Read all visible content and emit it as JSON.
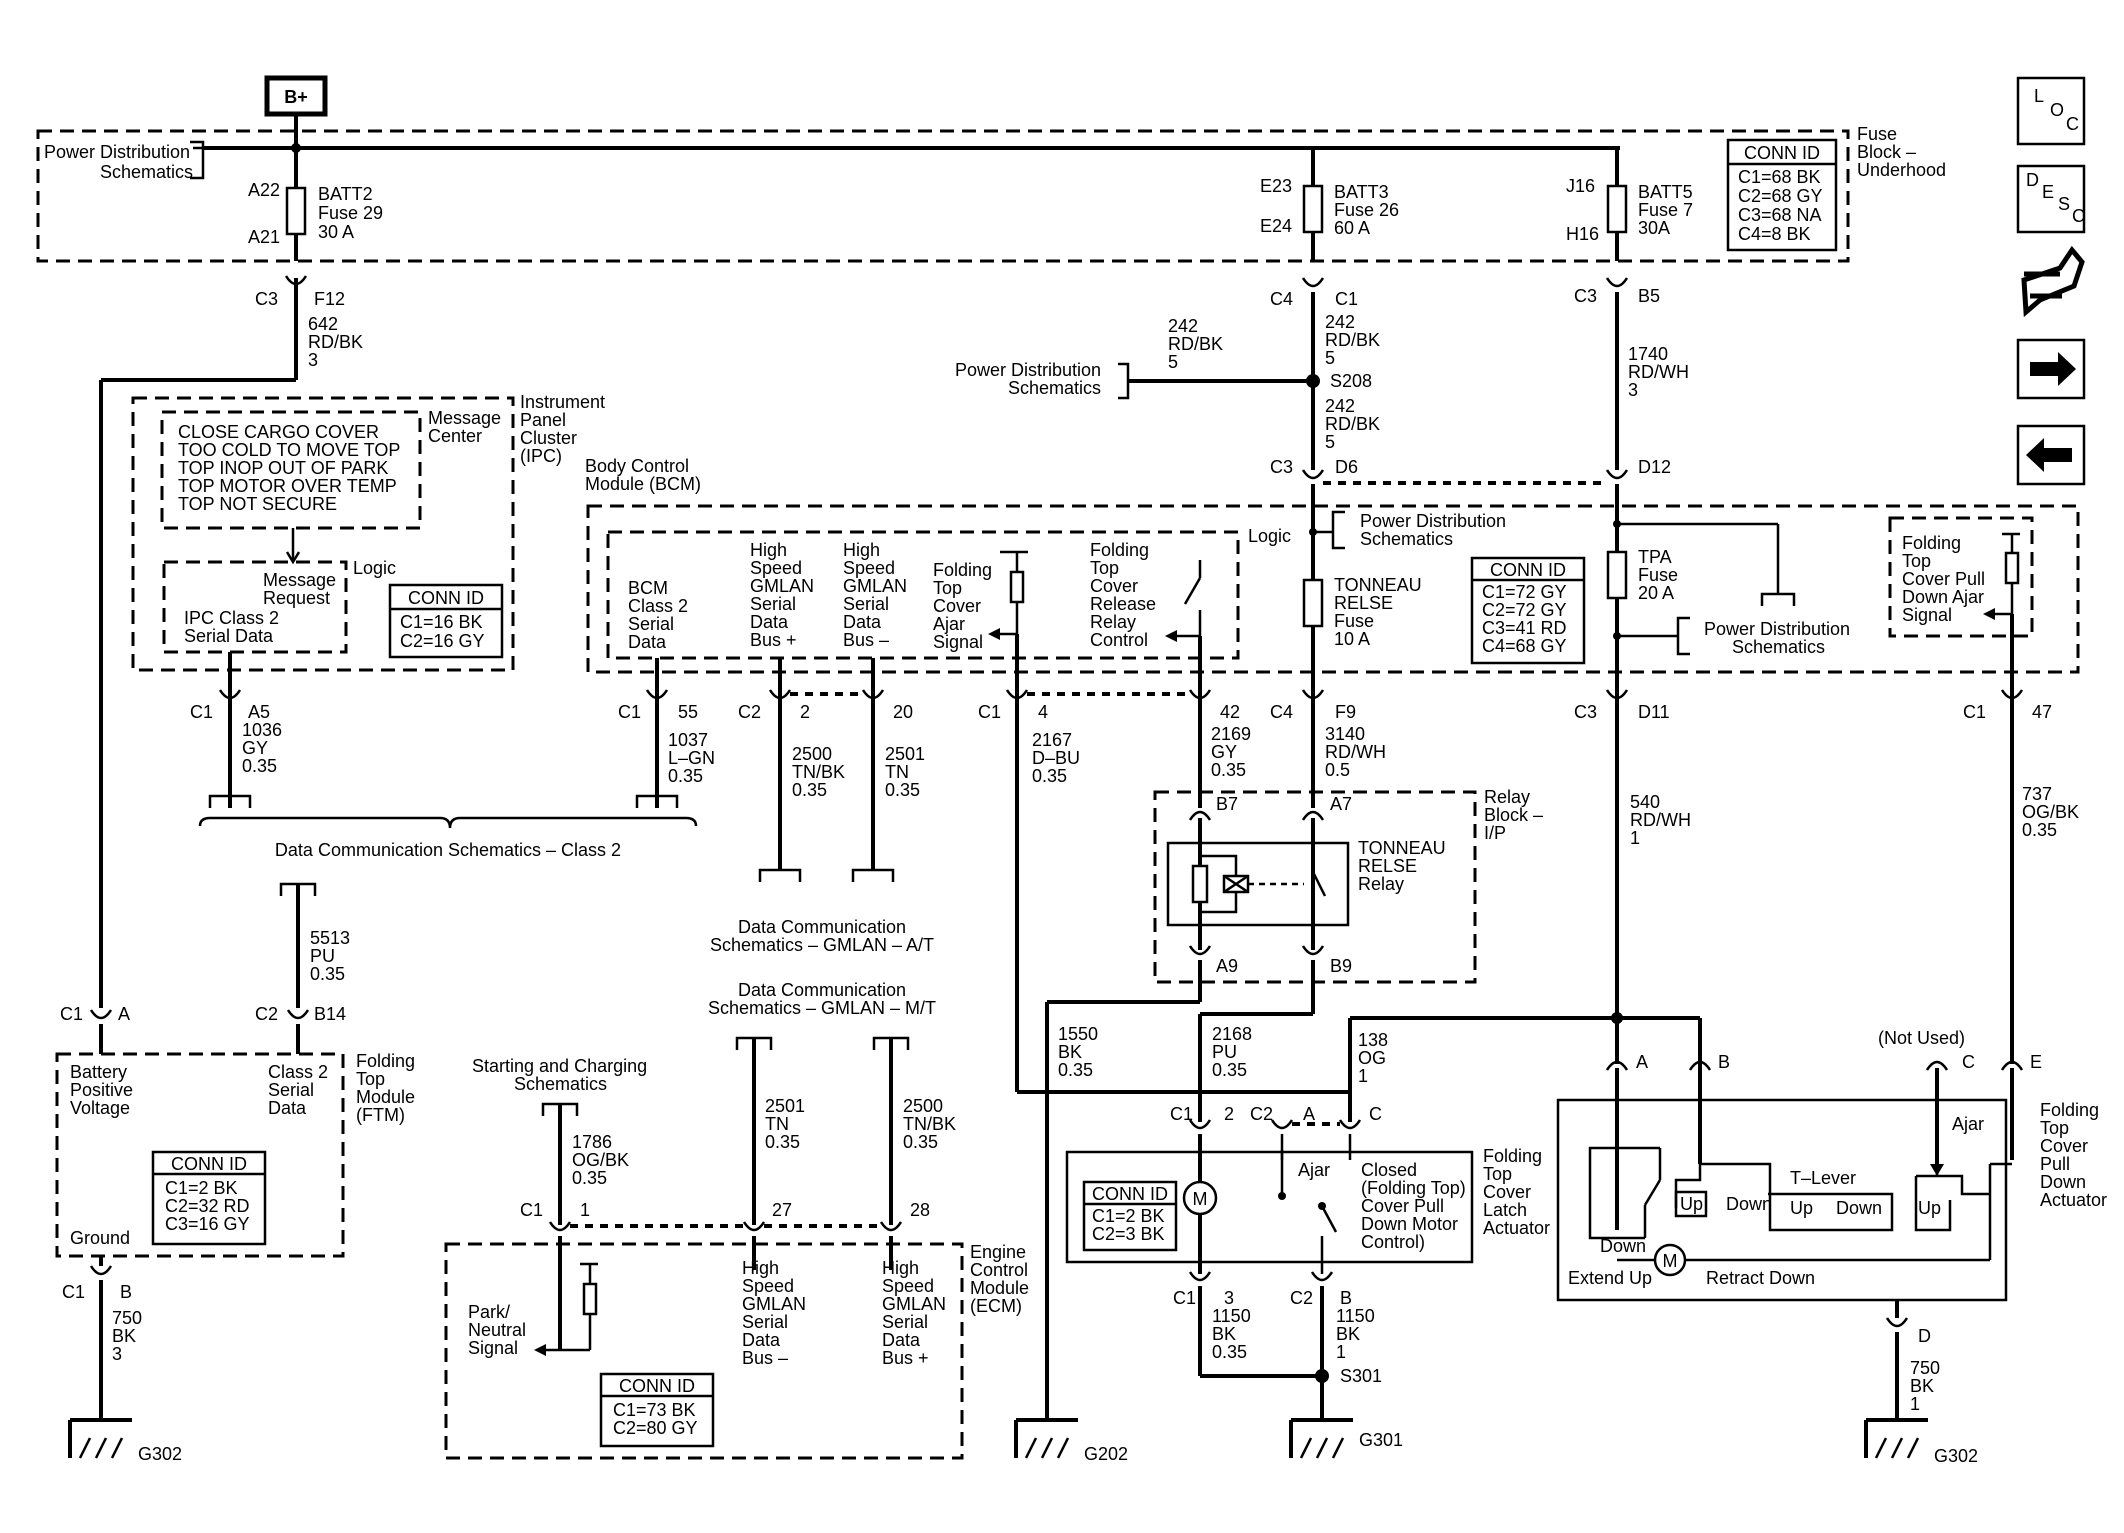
{
  "battery": {
    "label": "B+"
  },
  "fuse_block": {
    "title": [
      "Fuse",
      "Block –",
      "Underhood"
    ],
    "conn_id_title": "CONN ID",
    "conn_id": [
      "C1=68 BK",
      "C2=68 GY",
      "C3=68 NA",
      "C4=8 BK"
    ],
    "pds": [
      "Power Distribution",
      "Schematics"
    ],
    "fuse_batt2": {
      "name": "BATT2",
      "fuse": "Fuse 29",
      "amps": "30 A",
      "pin_top": "A22",
      "pin_bot": "A21"
    },
    "fuse_batt3": {
      "name": "BATT3",
      "fuse": "Fuse 26",
      "amps": "60 A",
      "pin_top": "E23",
      "pin_bot": "E24"
    },
    "fuse_batt5": {
      "name": "BATT5",
      "fuse": "Fuse 7",
      "amps": "30A",
      "pin_top": "J16",
      "pin_bot": "H16"
    }
  },
  "connectors": {
    "c3_f12": {
      "conn": "C3",
      "pin": "F12"
    },
    "c4_c1": {
      "conn": "C4",
      "pin": "C1"
    },
    "c3_b5": {
      "conn": "C3",
      "pin": "B5"
    },
    "c3_d6": {
      "conn": "C3",
      "pin": "D6"
    },
    "d12": {
      "pin": "D12"
    },
    "c1_a5": {
      "conn": "C1",
      "pin": "A5"
    },
    "c1_55": {
      "conn": "C1",
      "pin": "55"
    },
    "c2_2": {
      "conn": "C2",
      "pin": "2"
    },
    "p20": {
      "pin": "20"
    },
    "c1_4": {
      "conn": "C1",
      "pin": "4"
    },
    "p42": {
      "pin": "42"
    },
    "c4_f9": {
      "conn": "C4",
      "pin": "F9"
    },
    "c3_d11": {
      "conn": "C3",
      "pin": "D11"
    },
    "c1_47": {
      "conn": "C1",
      "pin": "47"
    },
    "b7": {
      "pin": "B7"
    },
    "a7": {
      "pin": "A7"
    },
    "a9": {
      "pin": "A9"
    },
    "b9": {
      "pin": "B9"
    },
    "c1_a": {
      "conn": "C1",
      "pin": "A"
    },
    "c2_b14": {
      "conn": "C2",
      "pin": "B14"
    },
    "c1_b": {
      "conn": "C1",
      "pin": "B"
    },
    "ecm_c1_1": {
      "conn": "C1",
      "pin": "1"
    },
    "p27": {
      "pin": "27"
    },
    "p28": {
      "pin": "28"
    },
    "latch_c1_2": {
      "conn": "C1",
      "pin": "2"
    },
    "latch_c2_a": {
      "conn": "C2",
      "pin": "A"
    },
    "latch_c": {
      "pin": "C"
    },
    "latch_c1_3": {
      "conn": "C1",
      "pin": "3"
    },
    "latch_c2_b": {
      "conn": "C2",
      "pin": "B"
    },
    "act_a": {
      "pin": "A"
    },
    "act_b": {
      "pin": "B"
    },
    "act_c": {
      "pin": "C"
    },
    "act_e": {
      "pin": "E"
    },
    "act_d": {
      "pin": "D"
    }
  },
  "wires": {
    "w642": [
      "642",
      "RD/BK",
      "3"
    ],
    "w242a": [
      "242",
      "RD/BK",
      "5"
    ],
    "w242b": [
      "242",
      "RD/BK",
      "5"
    ],
    "w242c": [
      "242",
      "RD/BK",
      "5"
    ],
    "w1740": [
      "1740",
      "RD/WH",
      "3"
    ],
    "w1036": [
      "1036",
      "GY",
      "0.35"
    ],
    "w1037": [
      "1037",
      "L–GN",
      "0.35"
    ],
    "w2500a": [
      "2500",
      "TN/BK",
      "0.35"
    ],
    "w2501a": [
      "2501",
      "TN",
      "0.35"
    ],
    "w2167": [
      "2167",
      "D–BU",
      "0.35"
    ],
    "w2169": [
      "2169",
      "GY",
      "0.35"
    ],
    "w3140": [
      "3140",
      "RD/WH",
      "0.5"
    ],
    "w540": [
      "540",
      "RD/WH",
      "1"
    ],
    "w737": [
      "737",
      "OG/BK",
      "0.35"
    ],
    "w5513": [
      "5513",
      "PU",
      "0.35"
    ],
    "w750a": [
      "750",
      "BK",
      "3"
    ],
    "w1786": [
      "1786",
      "OG/BK",
      "0.35"
    ],
    "w2501b": [
      "2501",
      "TN",
      "0.35"
    ],
    "w2500b": [
      "2500",
      "TN/BK",
      "0.35"
    ],
    "w1550": [
      "1550",
      "BK",
      "0.35"
    ],
    "w2168": [
      "2168",
      "PU",
      "0.35"
    ],
    "w138": [
      "138",
      "OG",
      "1"
    ],
    "w1150a": [
      "1150",
      "BK",
      "0.35"
    ],
    "w1150b": [
      "1150",
      "BK",
      "1"
    ],
    "w750b": [
      "750",
      "BK",
      "1"
    ]
  },
  "splices": {
    "s208": "S208",
    "s301": "S301"
  },
  "grounds": {
    "g302a": "G302",
    "g202": "G202",
    "g301": "G301",
    "g302b": "G302"
  },
  "pds_label": [
    "Power Distribution",
    "Schematics"
  ],
  "ipc": {
    "title": [
      "Instrument",
      "Panel",
      "Cluster",
      "(IPC)"
    ],
    "message_center": [
      "Message",
      "Center"
    ],
    "messages": [
      "CLOSE CARGO COVER",
      "TOO COLD TO MOVE TOP",
      "TOP INOP OUT OF PARK",
      "TOP MOTOR OVER TEMP",
      "TOP NOT SECURE"
    ],
    "logic": "Logic",
    "message_request": [
      "Message",
      "Request"
    ],
    "serial": [
      "IPC Class 2",
      "Serial Data"
    ],
    "conn_id_title": "CONN ID",
    "conn_id": [
      "C1=16 BK",
      "C2=16 GY"
    ]
  },
  "bcm": {
    "title": [
      "Body Control",
      "Module (BCM)"
    ],
    "logic": "Logic",
    "class2": [
      "BCM",
      "Class 2",
      "Serial",
      "Data"
    ],
    "gmlan_plus": [
      "High",
      "Speed",
      "GMLAN",
      "Serial",
      "Data",
      "Bus +"
    ],
    "gmlan_minus": [
      "High",
      "Speed",
      "GMLAN",
      "Serial",
      "Data",
      "Bus –"
    ],
    "ajar": [
      "Folding",
      "Top",
      "Cover",
      "Ajar",
      "Signal"
    ],
    "release": [
      "Folding",
      "Top",
      "Cover",
      "Release",
      "Relay",
      "Control"
    ],
    "tonneau_fuse": [
      "TONNEAU",
      "RELSE",
      "Fuse",
      "10 A"
    ],
    "tpa_fuse": [
      "TPA",
      "Fuse",
      "20 A"
    ],
    "pull_down": [
      "Folding",
      "Top",
      "Cover Pull",
      "Down Ajar",
      "Signal"
    ],
    "conn_id_title": "CONN ID",
    "conn_id": [
      "C1=72 GY",
      "C2=72 GY",
      "C3=41 RD",
      "C4=68 GY"
    ]
  },
  "relay_block": {
    "title": [
      "Relay",
      "Block –",
      "I/P"
    ],
    "relay": [
      "TONNEAU",
      "RELSE",
      "Relay"
    ]
  },
  "data_comm": {
    "class2": "Data Communication Schematics – Class 2",
    "gmlan_at": [
      "Data Communication",
      "Schematics – GMLAN – A/T"
    ],
    "gmlan_mt": [
      "Data Communication",
      "Schematics – GMLAN – M/T"
    ]
  },
  "ftm": {
    "title": [
      "Folding",
      "Top",
      "Module",
      "(FTM)"
    ],
    "battery": [
      "Battery",
      "Positive",
      "Voltage"
    ],
    "class2": [
      "Class 2",
      "Serial",
      "Data"
    ],
    "ground": "Ground",
    "conn_id_title": "CONN ID",
    "conn_id": [
      "C1=2 BK",
      "C2=32 RD",
      "C3=16 GY"
    ]
  },
  "ecm": {
    "title": [
      "Engine",
      "Control",
      "Module",
      "(ECM)"
    ],
    "starting": [
      "Starting and Charging",
      "Schematics"
    ],
    "park": [
      "Park/",
      "Neutral",
      "Signal"
    ],
    "gmlan_minus": [
      "High",
      "Speed",
      "GMLAN",
      "Serial",
      "Data",
      "Bus –"
    ],
    "gmlan_plus": [
      "High",
      "Speed",
      "GMLAN",
      "Serial",
      "Data",
      "Bus +"
    ],
    "conn_id_title": "CONN ID",
    "conn_id": [
      "C1=73 BK",
      "C2=80 GY"
    ]
  },
  "latch": {
    "title": [
      "Folding",
      "Top",
      "Cover",
      "Latch",
      "Actuator"
    ],
    "ajar": "Ajar",
    "closed": [
      "Closed",
      "(Folding Top)",
      "Cover Pull",
      "Down Motor",
      "Control)"
    ],
    "motor": "M",
    "conn_id_title": "CONN ID",
    "conn_id": [
      "C1=2 BK",
      "C2=3 BK"
    ]
  },
  "actuator": {
    "title": [
      "Folding",
      "Top",
      "Cover",
      "Pull",
      "Down",
      "Actuator"
    ],
    "not_used": "(Not Used)",
    "ajar": "Ajar",
    "t_lever": "T–Lever",
    "up": "Up",
    "down": "Down",
    "extend_up": "Extend Up",
    "retract_down": "Retract Down",
    "motor": "M"
  },
  "nav": {
    "loc": [
      "L",
      "O",
      "C"
    ],
    "desc": [
      "D",
      "E",
      "S",
      "C"
    ]
  }
}
